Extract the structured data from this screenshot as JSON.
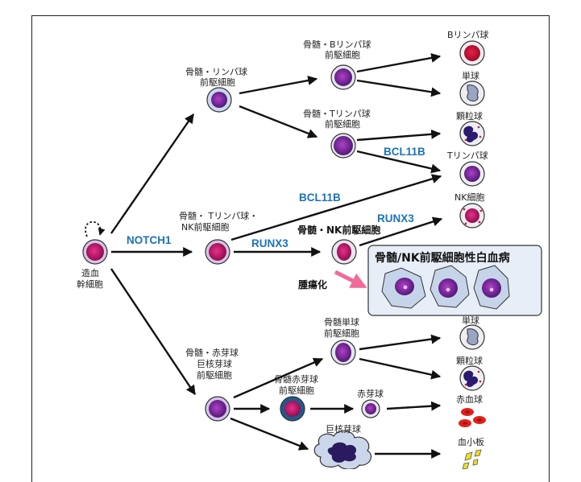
{
  "cells": {
    "hsc": "造血\n幹細胞",
    "lymphoid_progenitor": "骨髄・リンパ球\n前駆細胞",
    "b_progenitor": "骨髄・Bリンパ球\n前駆細胞",
    "t_progenitor": "骨髄・Tリンパ球\n前駆細胞",
    "t_nk_progenitor": "骨髄・ Tリンパ球・\nNK前駆細胞",
    "nk_progenitor": "骨髄・NK前駆細胞",
    "erythro_mega_progenitor": "骨髄・赤芽球\n巨核芽球\n前駆細胞",
    "monocyte_progenitor": "骨髄単球\n前駆細胞",
    "erythroid_progenitor": "骨髄赤芽球\n前駆細胞",
    "erythroblast": "赤芽球",
    "megakaryoblast": "巨核芽球"
  },
  "outputs": {
    "b_cell": "Bリンパ球",
    "monocyte_1": "単球",
    "granulocyte_1": "顆粒球",
    "t_cell": "Tリンパ球",
    "nk_cell": "NK細胞",
    "monocyte_2": "単球",
    "granulocyte_2": "顆粒球",
    "rbc": "赤血球",
    "platelet": "血小板"
  },
  "genes": {
    "notch1": "NOTCH1",
    "bcl11b_upper": "BCL11B",
    "bcl11b_lower": "BCL11B",
    "runx3_upper": "RUNX3",
    "runx3_lower": "RUNX3"
  },
  "tumor": {
    "label": "腫瘍化",
    "title": "骨髄/NK前駆細胞性白血病"
  },
  "colors": {
    "arrow": "#111111",
    "gene_label": "#1a73b8",
    "cell_purple": "#7a2a9a",
    "cell_magenta": "#c81a78",
    "leukemia_box": "#e8eef8",
    "tumor_arrow": "#f06a9a"
  }
}
